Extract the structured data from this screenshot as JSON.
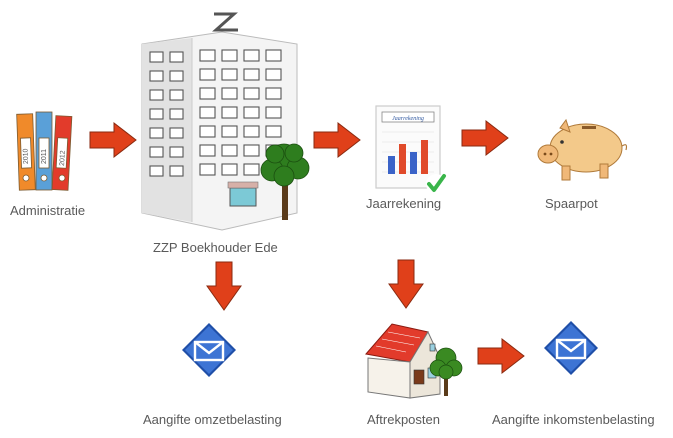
{
  "nodes": {
    "administratie": {
      "label": "Administratie",
      "binder_years": [
        "2010",
        "2011",
        "2012"
      ]
    },
    "boekhouder": {
      "label": "ZZP Boekhouder Ede"
    },
    "jaarrekening": {
      "label": "Jaarrekening",
      "doc_title": "Jaarrekening"
    },
    "spaarpot": {
      "label": "Spaarpot"
    },
    "omzetbelasting": {
      "label": "Aangifte omzetbelasting"
    },
    "aftrekposten": {
      "label": "Aftrekposten"
    },
    "inkomstenbelasting": {
      "label": "Aangifte inkomstenbelasting"
    }
  },
  "colors": {
    "arrow": "#e0401a",
    "envelope_bg": "#1f4fa8",
    "label": "#5a5a5a"
  }
}
